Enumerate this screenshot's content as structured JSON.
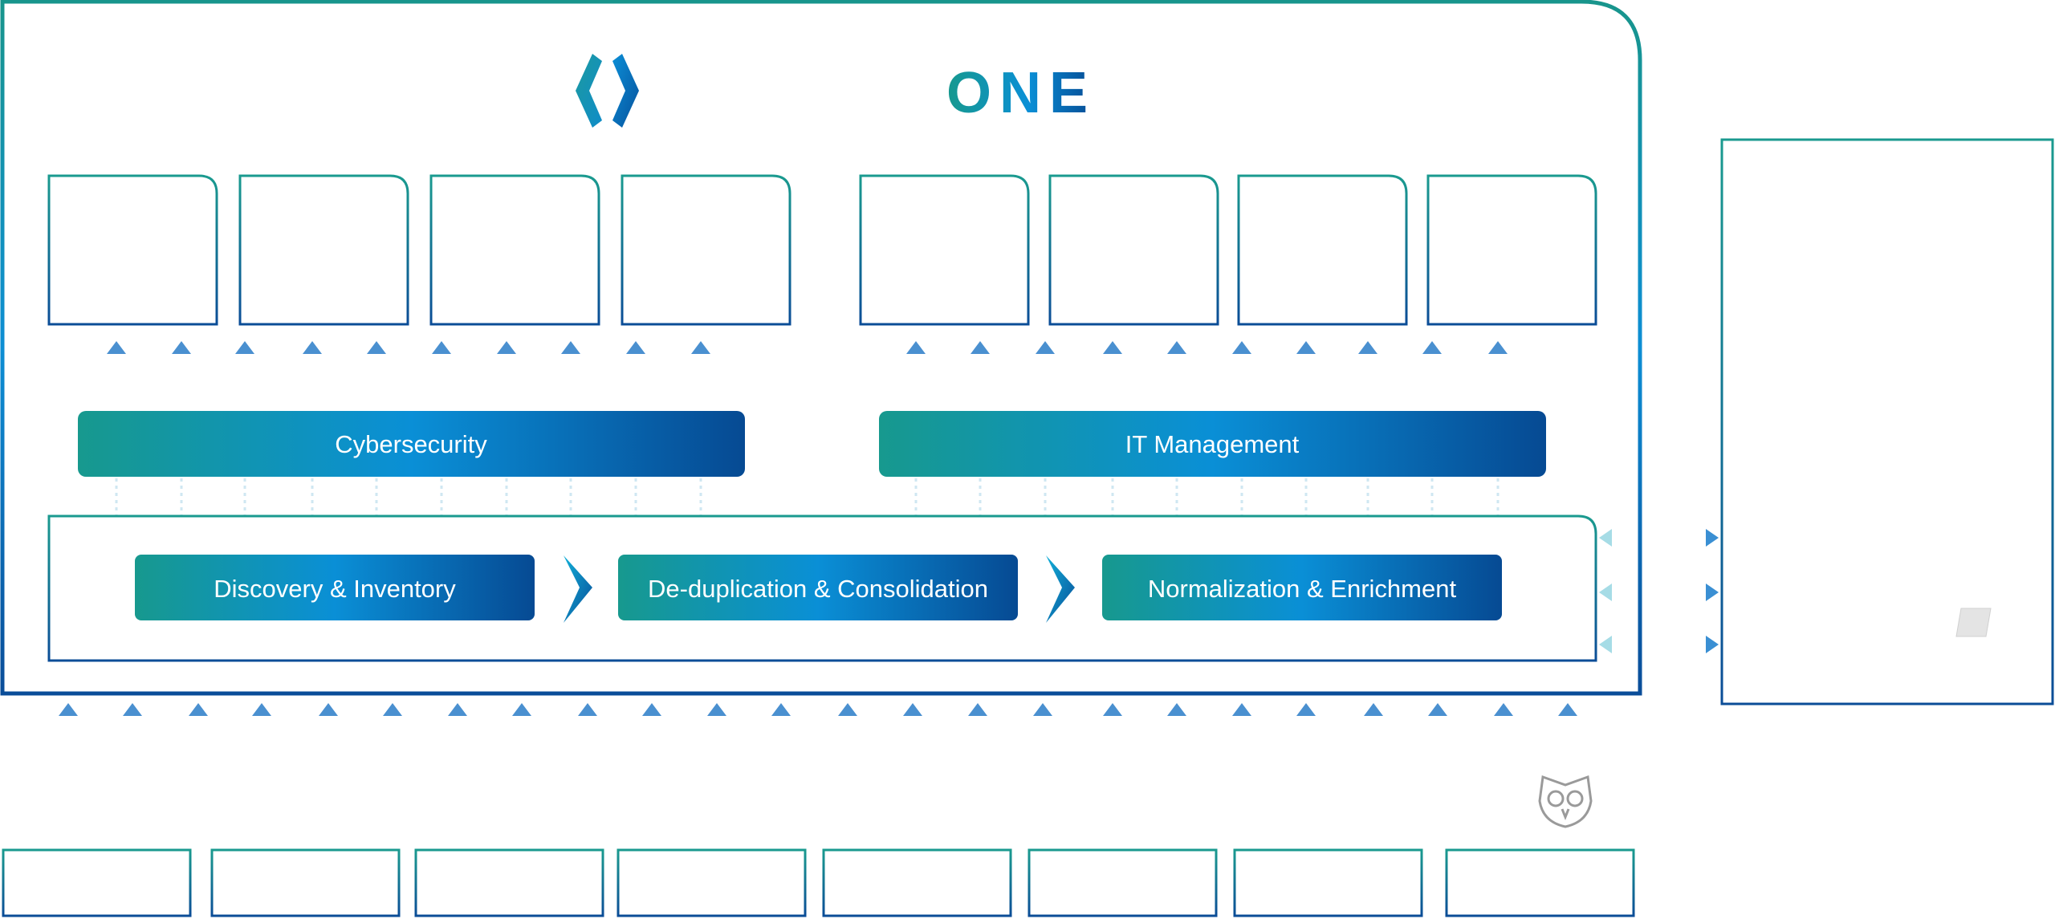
{
  "brand": {
    "name": "ONE",
    "logo_icon": "chevron-brackets-icon",
    "colors": {
      "teal": "#17998e",
      "blue": "#0a8fd6",
      "navy": "#064a93"
    }
  },
  "bands": {
    "cybersecurity": "Cybersecurity",
    "it_management": "IT Management"
  },
  "pipeline": {
    "steps": [
      "Discovery & Inventory",
      "De-duplication & Consolidation",
      "Normalization & Enrichment"
    ]
  },
  "icons": {
    "owl": "owl-logo-icon",
    "small_card": "small-card-icon"
  }
}
